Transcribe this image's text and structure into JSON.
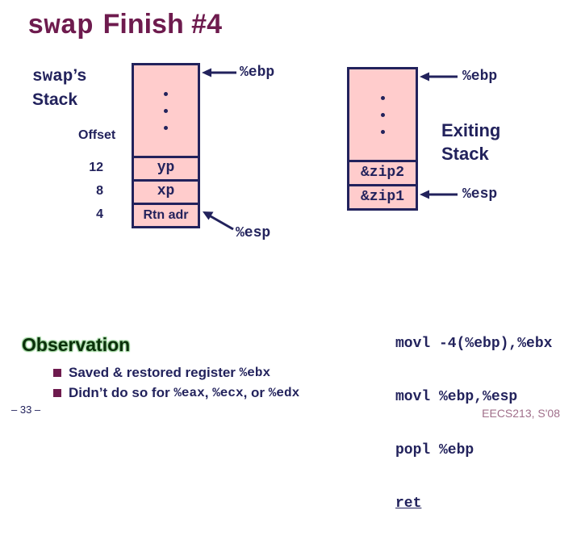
{
  "colors": {
    "navy_text": "#22225c",
    "stack_fill": "#ffcccc",
    "title_maroon": "#6e1b4e",
    "observation_green": "#0b300b",
    "observation_glow": "#9cd49c",
    "footer_mauve": "#a06f8a"
  },
  "title": {
    "mono_part": "swap",
    "sans_part": "Finish #4"
  },
  "left_stack": {
    "label_mono": "swap",
    "label_suffix": "’s",
    "label_line2": "Stack",
    "offset_label": "Offset",
    "offsets": [
      "12",
      "8",
      "4"
    ],
    "cells": [
      "yp",
      "xp",
      "Rtn adr"
    ],
    "ebp_label": "%ebp",
    "esp_label": "%esp",
    "dots_icon": "vertical-ellipsis"
  },
  "right_stack": {
    "cells": [
      "&zip2",
      "&zip1"
    ],
    "caption_line1": "Exiting",
    "caption_line2": "Stack",
    "ebp_label": "%ebp",
    "esp_label": "%esp",
    "dots_icon": "vertical-ellipsis"
  },
  "code": {
    "lines": [
      "movl -4(%ebp),%ebx",
      "movl %ebp,%esp",
      "popl %ebp",
      "ret"
    ]
  },
  "observation": {
    "heading": "Observation",
    "bullets": [
      {
        "parts": [
          {
            "text": "Saved & restored register ",
            "mono": false
          },
          {
            "text": "%ebx",
            "mono": true
          }
        ]
      },
      {
        "parts": [
          {
            "text": "Didn’t do so for ",
            "mono": false
          },
          {
            "text": "%eax",
            "mono": true
          },
          {
            "text": ", ",
            "mono": false
          },
          {
            "text": "%ecx",
            "mono": true
          },
          {
            "text": ", or ",
            "mono": false
          },
          {
            "text": "%edx",
            "mono": true
          }
        ]
      }
    ]
  },
  "footer": {
    "page_number": "– 33 –",
    "course": "EECS213, S'08"
  }
}
